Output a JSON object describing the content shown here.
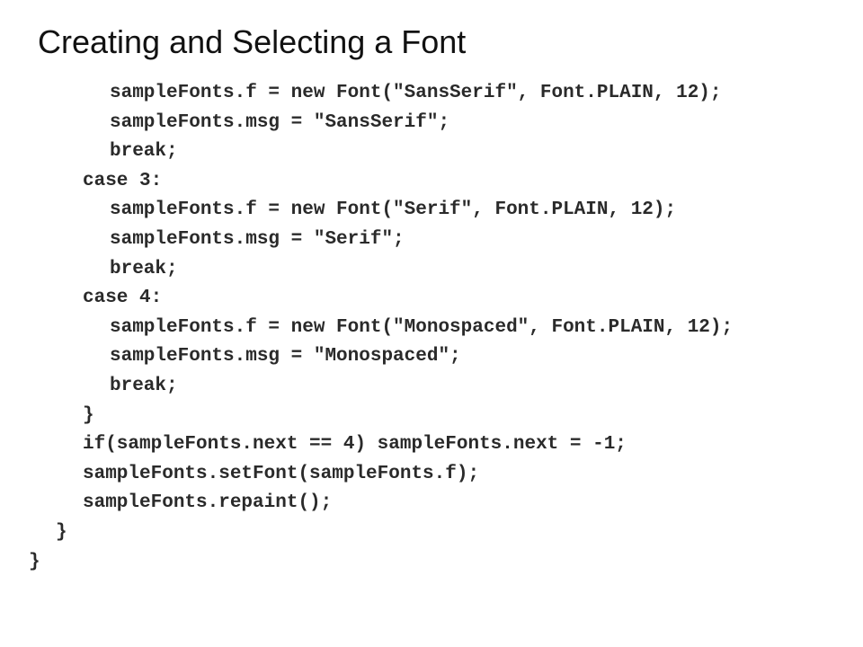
{
  "slide": {
    "title": "Creating and Selecting a Font"
  },
  "code": {
    "lines": [
      {
        "indent": 3,
        "text": "sampleFonts.f = new Font(\"SansSerif\", Font.PLAIN, 12);"
      },
      {
        "indent": 3,
        "text": "sampleFonts.msg = \"SansSerif\";"
      },
      {
        "indent": 3,
        "text": "break;"
      },
      {
        "indent": 2,
        "text": "case 3:"
      },
      {
        "indent": 3,
        "text": "sampleFonts.f = new Font(\"Serif\", Font.PLAIN, 12);"
      },
      {
        "indent": 3,
        "text": "sampleFonts.msg = \"Serif\";"
      },
      {
        "indent": 3,
        "text": "break;"
      },
      {
        "indent": 2,
        "text": "case 4:"
      },
      {
        "indent": 3,
        "text": "sampleFonts.f = new Font(\"Monospaced\", Font.PLAIN, 12);"
      },
      {
        "indent": 3,
        "text": "sampleFonts.msg = \"Monospaced\";"
      },
      {
        "indent": 3,
        "text": "break;"
      },
      {
        "indent": 2,
        "text": "}"
      },
      {
        "indent": 2,
        "text": "if(sampleFonts.next == 4) sampleFonts.next = -1;"
      },
      {
        "indent": 2,
        "text": "sampleFonts.setFont(sampleFonts.f);"
      },
      {
        "indent": 2,
        "text": "sampleFonts.repaint();"
      },
      {
        "indent": 1,
        "text": "}"
      },
      {
        "indent": 0,
        "text": "}"
      }
    ]
  }
}
